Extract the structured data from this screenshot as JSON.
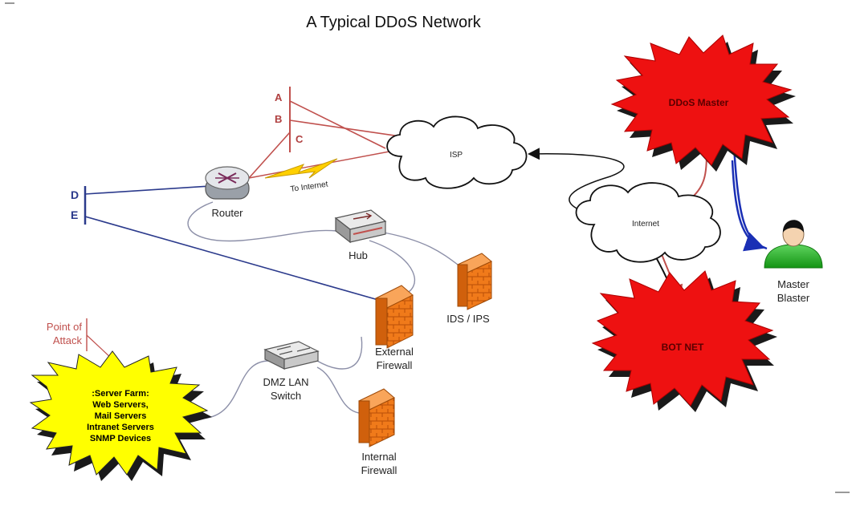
{
  "title": "A Typical DDoS Network",
  "nodes": {
    "router": "Router",
    "hub": "Hub",
    "isp": "ISP",
    "internet": "Internet",
    "to_internet": "To Internet",
    "ids_ips": "IDS / IPS",
    "external_firewall": [
      "External",
      "Firewall"
    ],
    "internal_firewall": [
      "Internal",
      "Firewall"
    ],
    "dmz_switch": [
      "DMZ LAN",
      "Switch"
    ],
    "ddos_master": "DDoS Master",
    "bot_net": "BOT NET",
    "master_blaster": [
      "Master",
      "Blaster"
    ],
    "point_of_attack": [
      "Point of",
      "Attack"
    ],
    "server_farm": [
      ":Server Farm:",
      "Web Servers,",
      "Mail Servers",
      "Intranet Servers",
      "SNMP Devices"
    ]
  },
  "bus_labels": {
    "a": "A",
    "b": "B",
    "c": "C",
    "d": "D",
    "e": "E"
  },
  "colors": {
    "red_line": "#c0504d",
    "blue_line": "#2b3a8c",
    "burst_red": "#ee1111",
    "burst_yellow": "#ffff00",
    "firewall": "#f07a1a",
    "user_green": "#22aa22",
    "arrow_blue": "#1a2fb5"
  }
}
